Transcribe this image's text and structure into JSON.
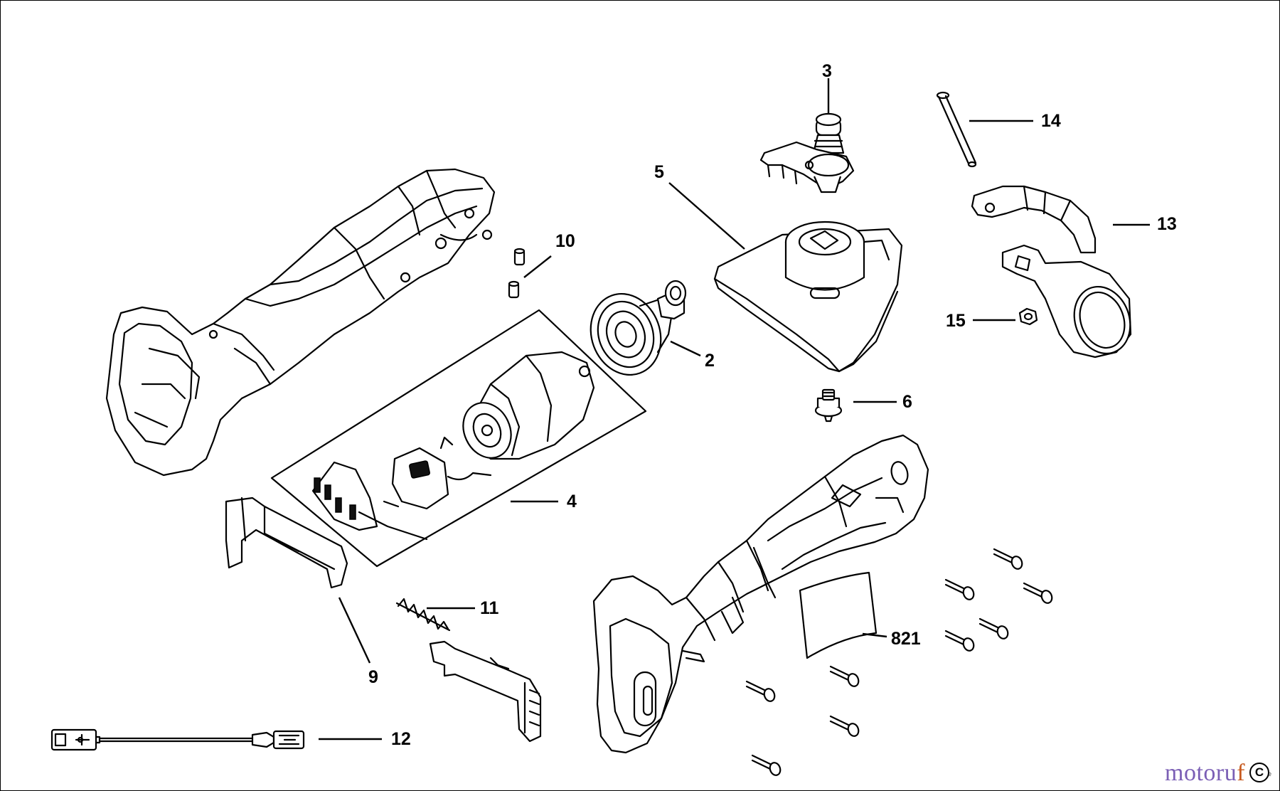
{
  "diagram": {
    "callouts": {
      "c2": "2",
      "c3": "3",
      "c4": "4",
      "c5": "5",
      "c6": "6",
      "c9": "9",
      "c10": "10",
      "c11": "11",
      "c12": "12",
      "c13": "13",
      "c14": "14",
      "c15": "15",
      "c821": "821"
    }
  },
  "watermark": {
    "brand_main": "motoru",
    "brand_accent": "f",
    "brand_small": "de",
    "copyright_symbol": "C"
  },
  "colors": {
    "line": "#000000",
    "background": "#ffffff",
    "watermark_purple": "#7b5fb5",
    "watermark_orange": "#c75a1e"
  }
}
